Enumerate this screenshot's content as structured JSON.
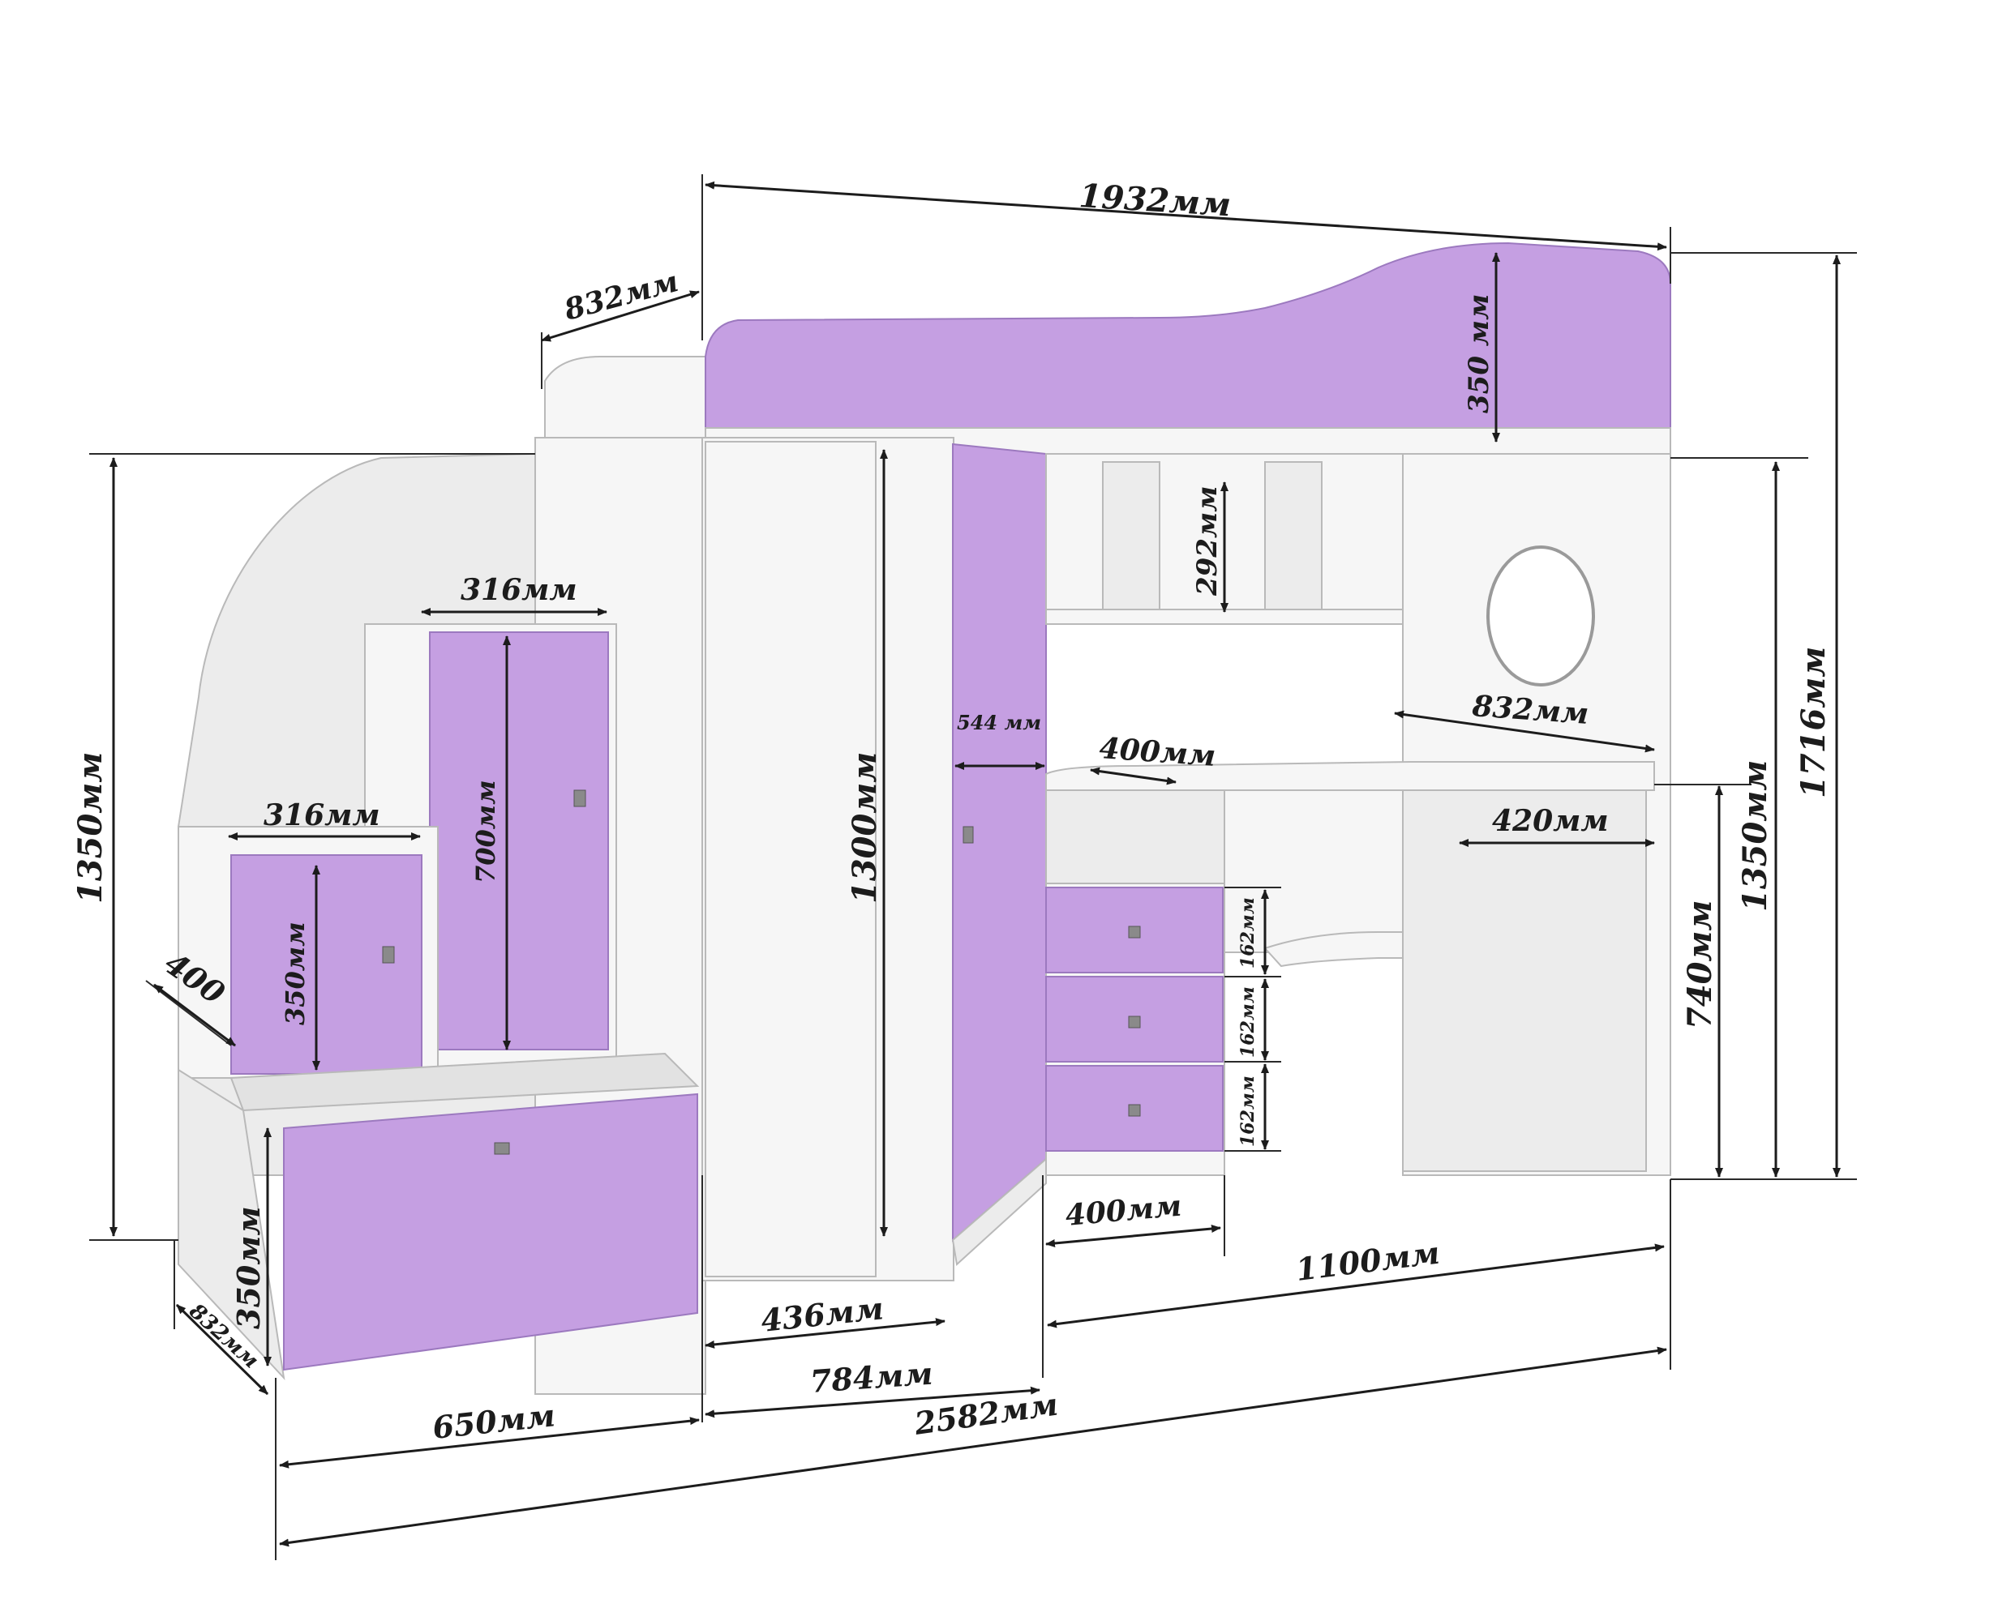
{
  "colors": {
    "accent": "#c59fe2",
    "body": "#f6f6f6",
    "dimension_line": "#1c1c1c"
  },
  "dimensions": {
    "top_length": "1932мм",
    "top_depth": "832мм",
    "guard_height": "350 мм",
    "total_height_right": "1716мм",
    "under_bed_height": "1350мм",
    "left_height": "1350мм",
    "upper_step_width": "316мм",
    "upper_step_door_height": "700мм",
    "lower_step_width": "316мм",
    "lower_step_door_height": "350мм",
    "step_depth": "400",
    "wardrobe_height": "1300мм",
    "narrow_door_width": "544 мм",
    "shelf_height": "292мм",
    "desk_depth": "400мм",
    "desk_length": "832мм",
    "desk_return": "420мм",
    "desk_height": "740мм",
    "drawer_1": "162мм",
    "drawer_2": "162мм",
    "drawer_3": "162мм",
    "base_box_height": "350мм",
    "base_depth": "832мм",
    "base_width": "650мм",
    "wardrobe_width": "436мм",
    "wardrobe_total": "784мм",
    "drawer_unit_width": "400мм",
    "desk_span": "1100мм",
    "total_length": "2582мм"
  }
}
